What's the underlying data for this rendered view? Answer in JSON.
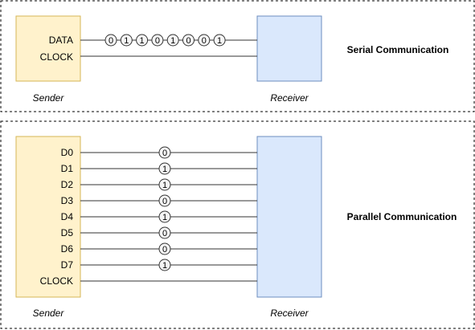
{
  "colors": {
    "sender_fill": "#fff2cc",
    "sender_stroke": "#d6b656",
    "receiver_fill": "#dae8fc",
    "receiver_stroke": "#6c8ebf",
    "bit_fill": "#f5f5f5",
    "line": "#333333"
  },
  "serial": {
    "title": "Serial Communication",
    "sender_caption": "Sender",
    "receiver_caption": "Receiver",
    "data_label": "DATA",
    "clock_label": "CLOCK",
    "bits": [
      "0",
      "1",
      "1",
      "0",
      "1",
      "0",
      "0",
      "1"
    ]
  },
  "parallel": {
    "title": "Parallel Communication",
    "sender_caption": "Sender",
    "receiver_caption": "Receiver",
    "clock_label": "CLOCK",
    "lines": [
      {
        "label": "D0",
        "bit": "0"
      },
      {
        "label": "D1",
        "bit": "1"
      },
      {
        "label": "D2",
        "bit": "1"
      },
      {
        "label": "D3",
        "bit": "0"
      },
      {
        "label": "D4",
        "bit": "1"
      },
      {
        "label": "D5",
        "bit": "0"
      },
      {
        "label": "D6",
        "bit": "0"
      },
      {
        "label": "D7",
        "bit": "1"
      }
    ]
  }
}
